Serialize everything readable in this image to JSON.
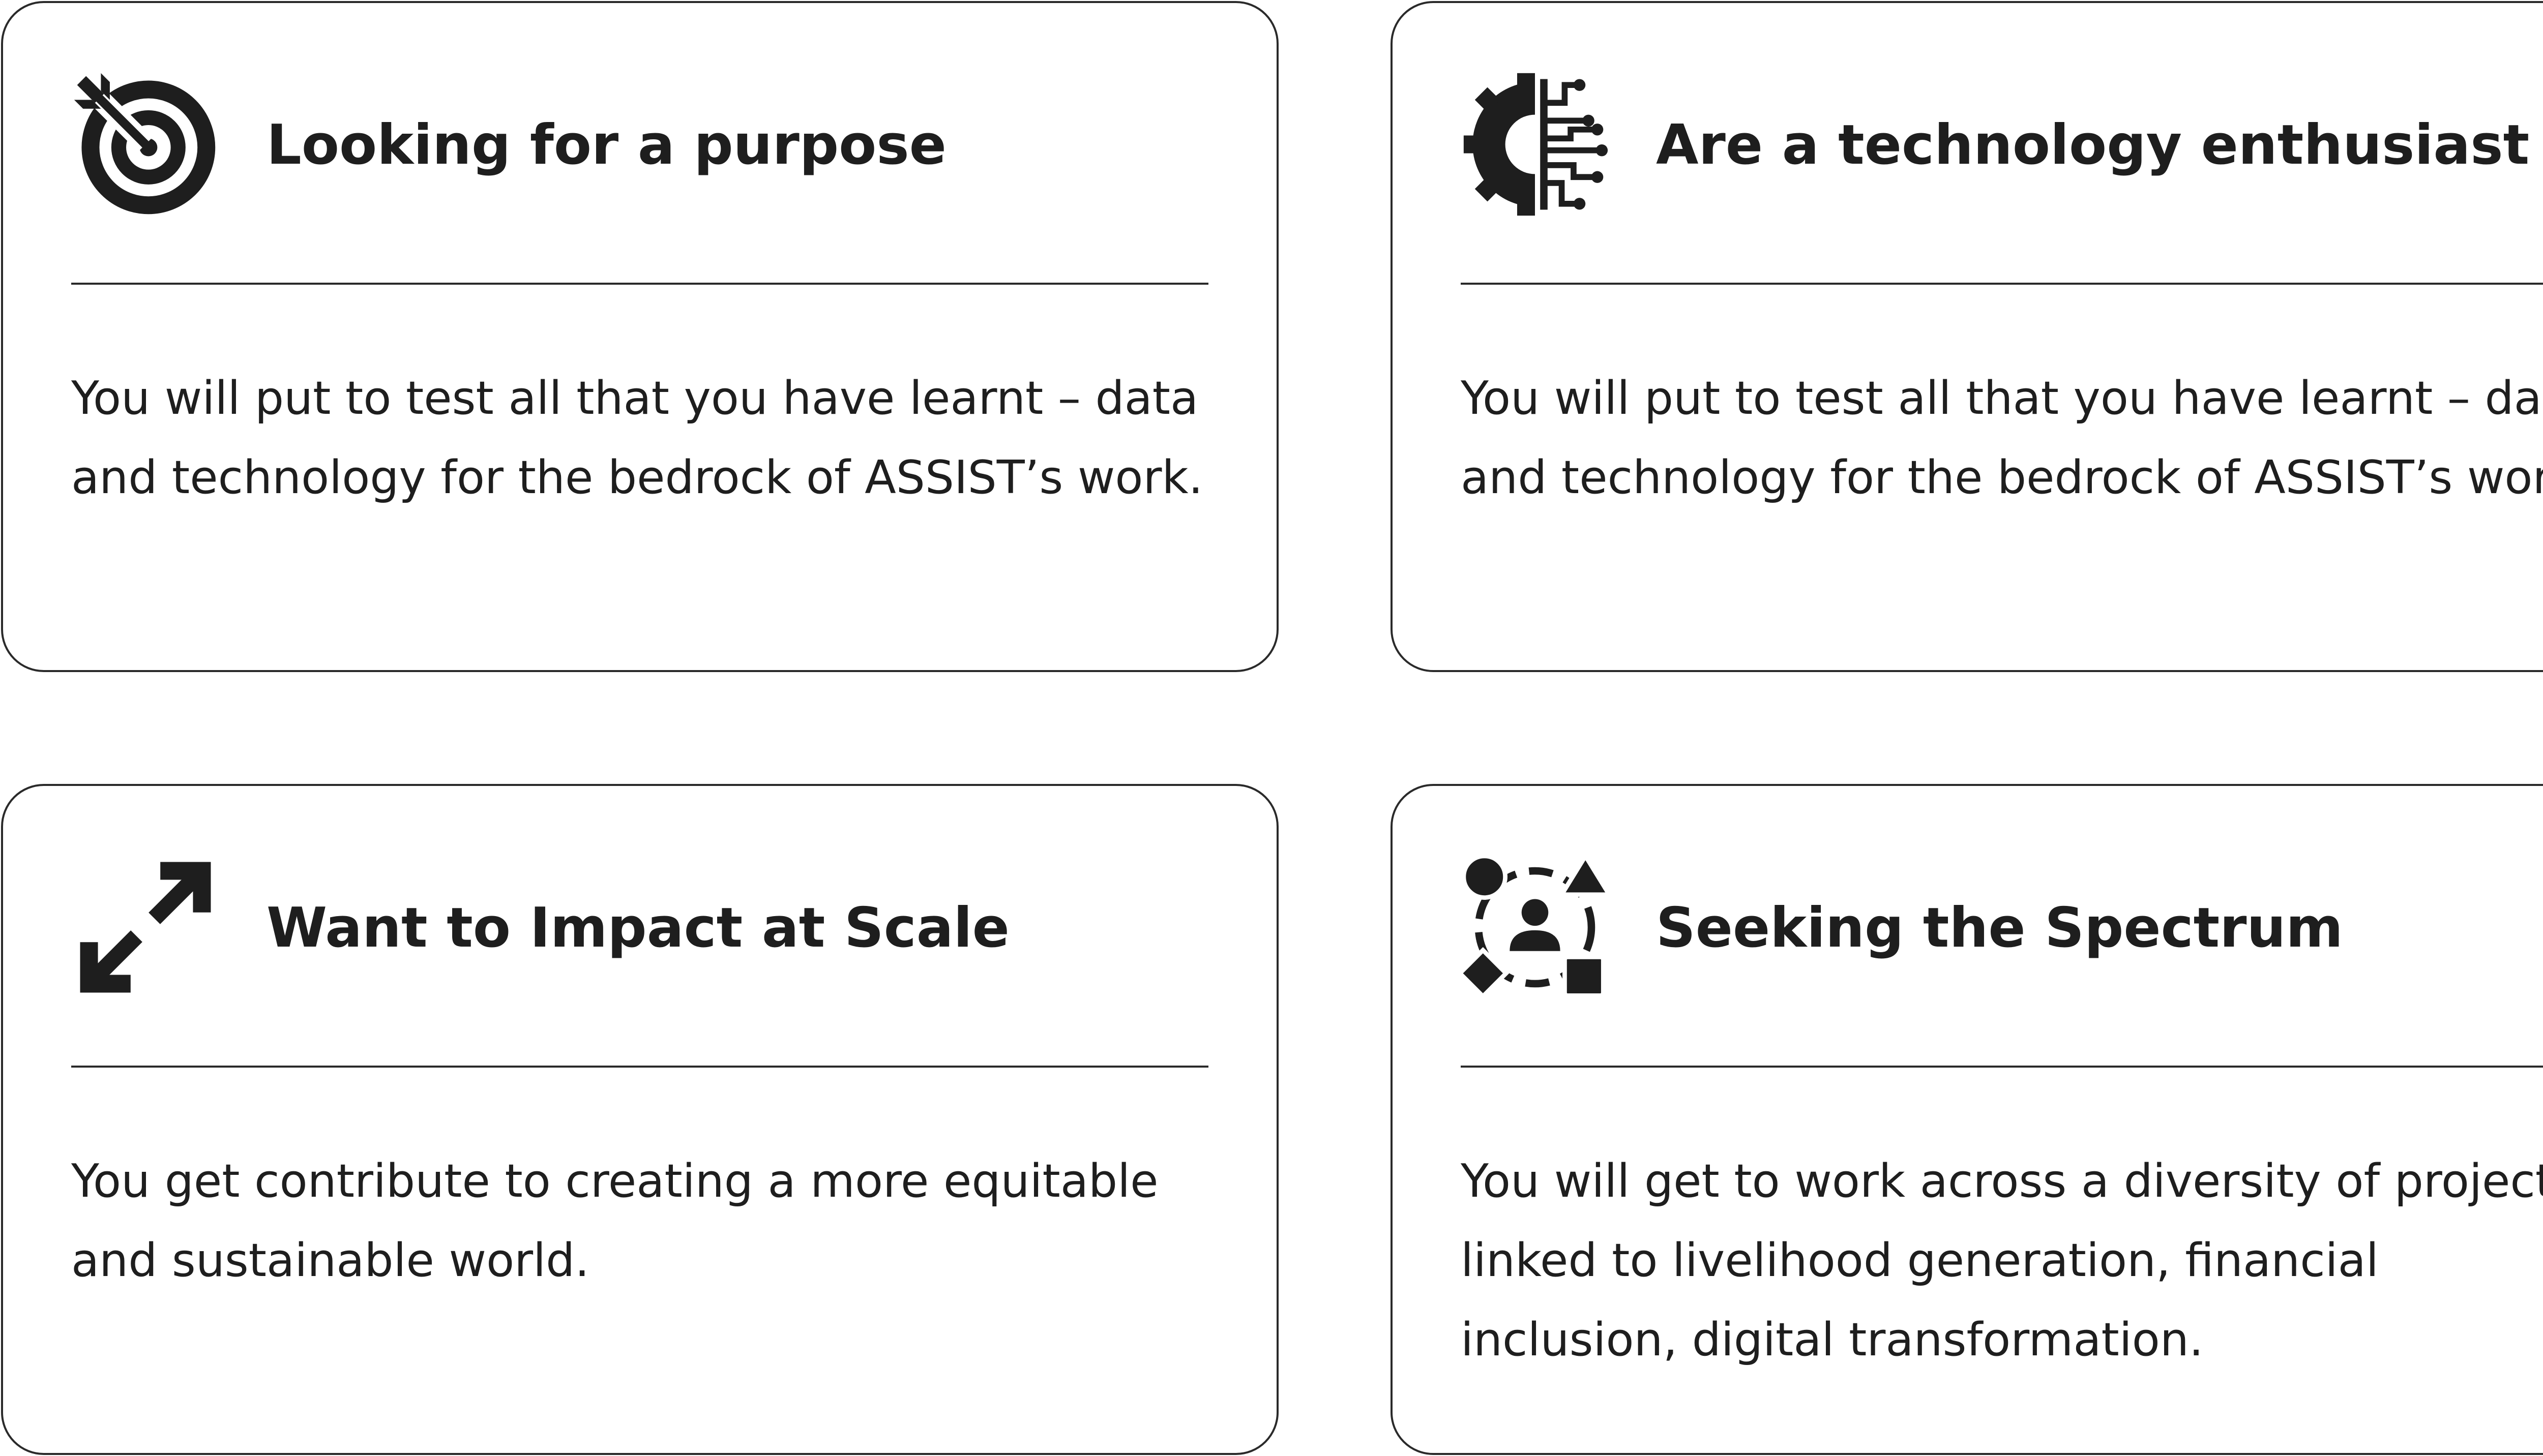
{
  "cards": [
    {
      "icon": "target-arrow-icon",
      "title": "Looking for a purpose",
      "body": "You will put to test all that you have learnt – data and technology for the bedrock of ASSIST’s work."
    },
    {
      "icon": "gear-circuit-icon",
      "title": "Are a technology enthusiast",
      "body": "You will put to test all that you have learnt – data and technology for the bedrock of ASSIST’s work."
    },
    {
      "icon": "expand-arrows-icon",
      "title": "Want to Impact at Scale",
      "body": "You get contribute to creating a more equitable and sustainable world."
    },
    {
      "icon": "diversity-shapes-icon",
      "title": "Seeking the Spectrum",
      "body": "You will get to work across a diversity of projects linked to livelihood generation, financial inclusion, digital transformation."
    }
  ],
  "colors": {
    "ink": "#1e1e1e",
    "border": "#2a2a2a",
    "background": "#ffffff"
  }
}
